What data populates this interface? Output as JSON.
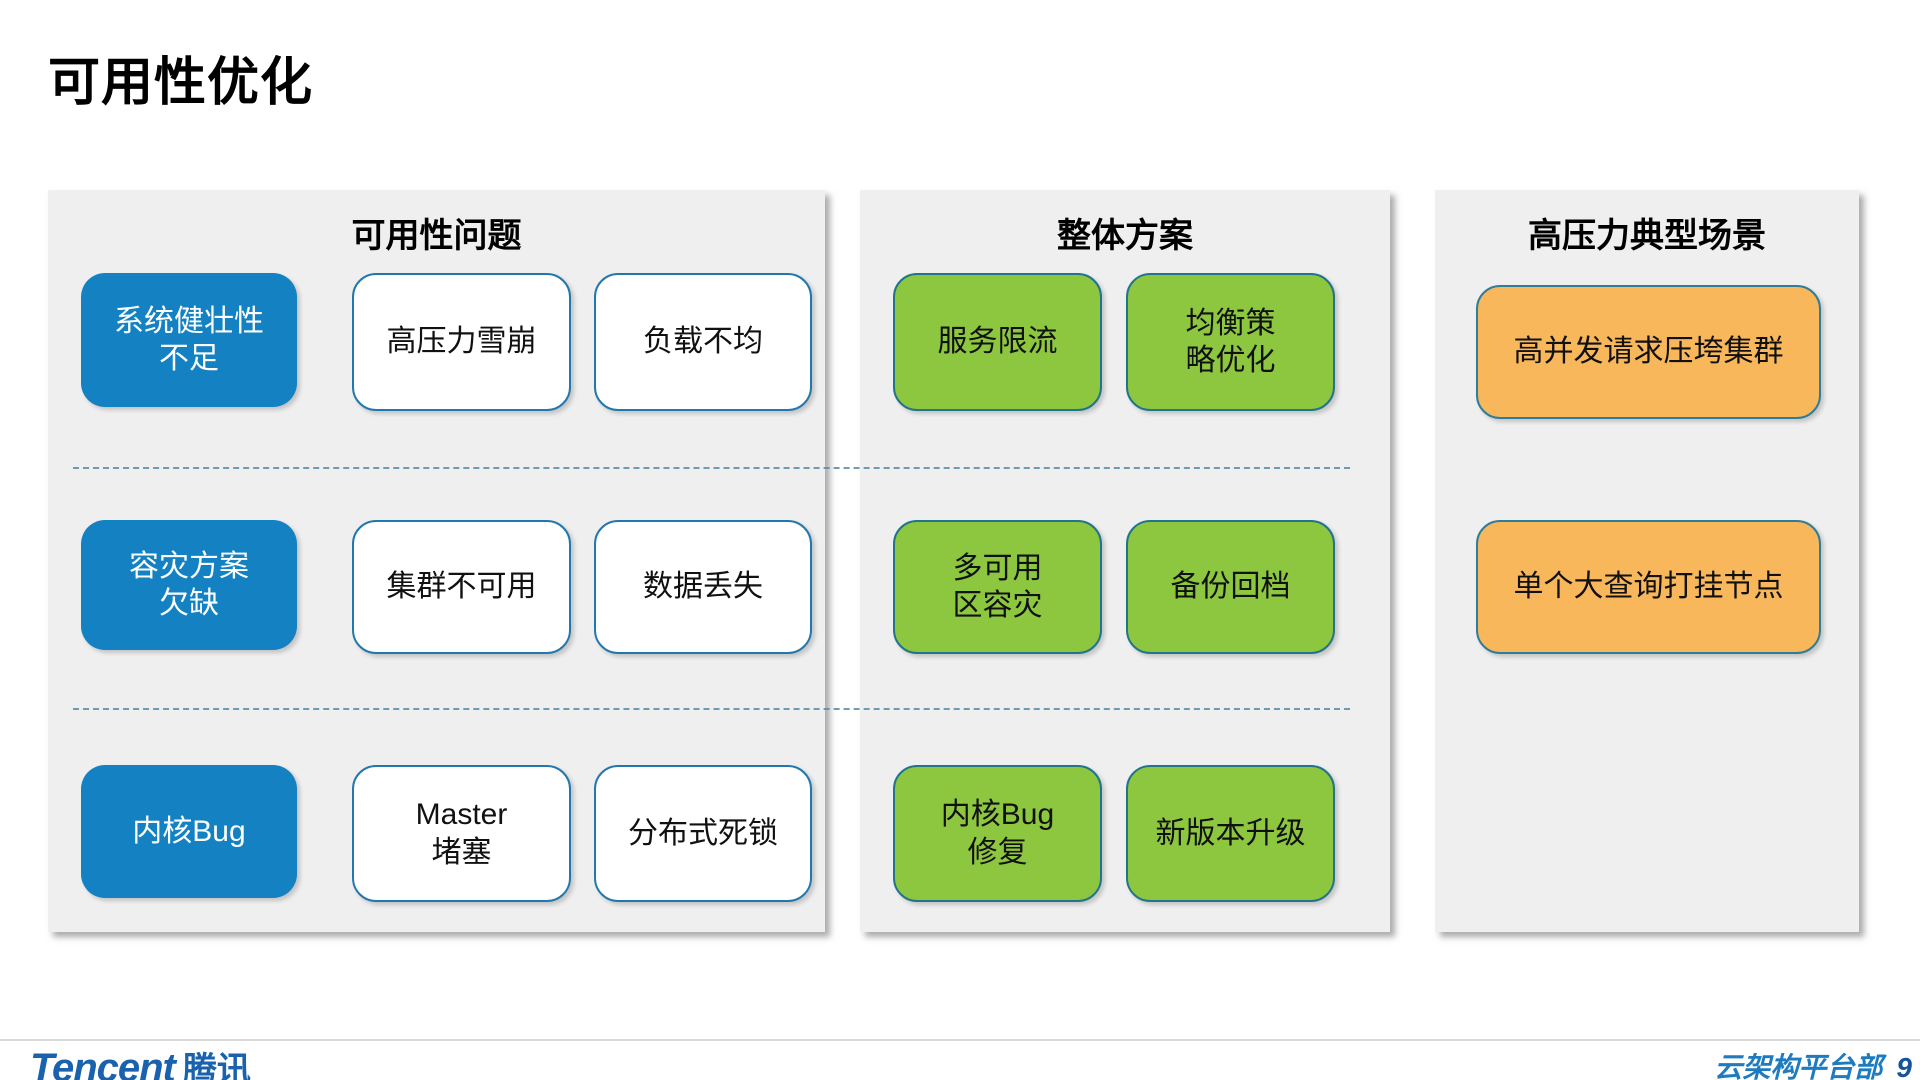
{
  "title": "可用性优化",
  "problems_panel": {
    "header": "可用性问题",
    "rows": [
      {
        "category": {
          "lines": [
            "系统健壮性",
            "不足"
          ]
        },
        "issues": [
          {
            "lines": [
              "高压力雪崩"
            ]
          },
          {
            "lines": [
              "负载不均"
            ]
          }
        ]
      },
      {
        "category": {
          "lines": [
            "容灾方案",
            "欠缺"
          ]
        },
        "issues": [
          {
            "lines": [
              "集群不可用"
            ]
          },
          {
            "lines": [
              "数据丢失"
            ]
          }
        ]
      },
      {
        "category": {
          "lines": [
            "内核Bug"
          ]
        },
        "issues": [
          {
            "lines": [
              "Master",
              "堵塞"
            ]
          },
          {
            "lines": [
              "分布式死锁"
            ]
          }
        ]
      }
    ]
  },
  "solutions_panel": {
    "header": "整体方案",
    "rows": [
      [
        {
          "lines": [
            "服务限流"
          ]
        },
        {
          "lines": [
            "均衡策",
            "略优化"
          ]
        }
      ],
      [
        {
          "lines": [
            "多可用",
            "区容灾"
          ]
        },
        {
          "lines": [
            "备份回档"
          ]
        }
      ],
      [
        {
          "lines": [
            "内核Bug",
            "修复"
          ]
        },
        {
          "lines": [
            "新版本升级"
          ]
        }
      ]
    ]
  },
  "scenarios_panel": {
    "header": "高压力典型场景",
    "boxes": [
      {
        "lines": [
          "高并发请求压垮集群"
        ]
      },
      {
        "lines": [
          "单个大查询打挂节点"
        ]
      }
    ]
  },
  "footer": {
    "logo_text": "Tencent",
    "logo_cn": "腾讯",
    "department": "云架构平台部",
    "page_number": "9"
  },
  "colors": {
    "category_blue": "#1381C2",
    "solution_green": "#8DC63F",
    "scenario_orange": "#F9B75B",
    "panel_bg": "#EFEFEF",
    "white_box_border": "#2278AE",
    "green_border": "#20748C",
    "orange_border": "#2F7D99",
    "dashed_line": "#5A8CA6",
    "footer_blue": "#1A62AD",
    "dept_blue": "#1E7BC0",
    "page_num_blue": "#15549A"
  }
}
